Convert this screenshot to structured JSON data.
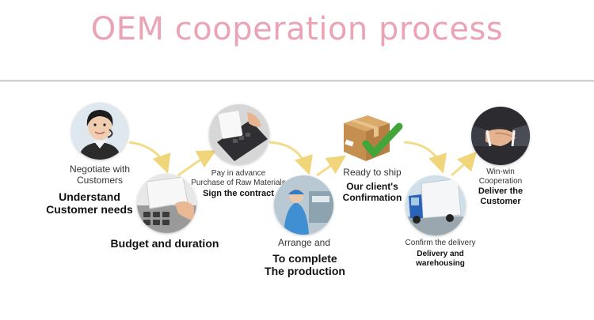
{
  "header": {
    "title": "OEM cooperation process"
  },
  "steps": [
    {
      "small": "Negotiate with\nCustomers",
      "bold": "Understand\nCustomer needs",
      "icon": "customer-service-agent"
    },
    {
      "bold": "Budget and duration",
      "icon": "calculator-and-paper"
    },
    {
      "small": "Pay in advance\nPurchase of Raw Materials",
      "bold": "Sign the contract",
      "icon": "card-payment-terminal"
    },
    {
      "small": "Arrange and",
      "bold": "To complete\nThe production",
      "icon": "factory-worker"
    },
    {
      "small": "Ready to ship",
      "bold": "Our client's\nConfirmation",
      "icon": "box-with-checkmark"
    },
    {
      "small": "Confirm the delivery",
      "bold": "Delivery and\nwarehousing",
      "icon": "delivery-truck"
    },
    {
      "small": "Win-win\nCooperation",
      "bold": "Deliver the\nCustomer",
      "icon": "handshake"
    }
  ],
  "colors": {
    "title": "#eba3b6",
    "arrow": "#f2dc8c"
  }
}
